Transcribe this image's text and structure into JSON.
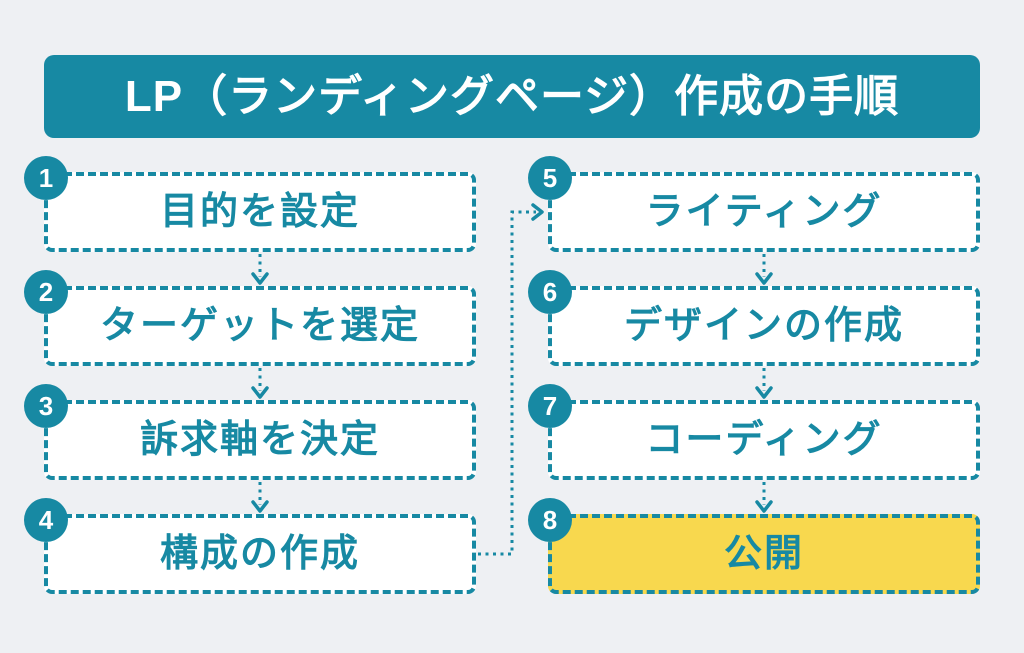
{
  "header": {
    "title": "LP（ランディングページ）作成の手順"
  },
  "colors": {
    "teal": "#1789a3",
    "yellow": "#f8d84e",
    "background": "#eef0f3",
    "box": "#ffffff",
    "header_text": "#ffffff"
  },
  "steps": [
    {
      "number": "1",
      "label": "目的を設定",
      "highlight": false
    },
    {
      "number": "2",
      "label": "ターゲットを選定",
      "highlight": false
    },
    {
      "number": "3",
      "label": "訴求軸を決定",
      "highlight": false
    },
    {
      "number": "4",
      "label": "構成の作成",
      "highlight": false
    },
    {
      "number": "5",
      "label": "ライティング",
      "highlight": false
    },
    {
      "number": "6",
      "label": "デザインの作成",
      "highlight": false
    },
    {
      "number": "7",
      "label": "コーディング",
      "highlight": false
    },
    {
      "number": "8",
      "label": "公開",
      "highlight": true
    }
  ]
}
